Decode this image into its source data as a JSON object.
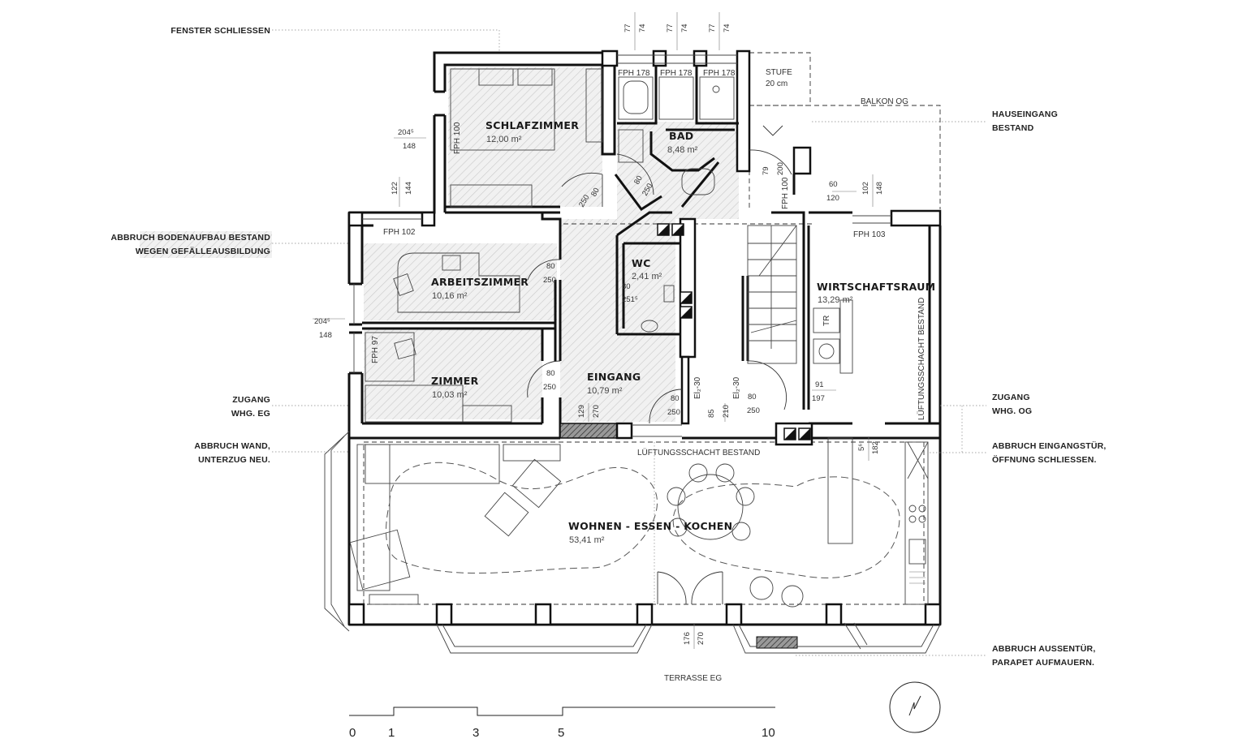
{
  "rooms": {
    "schlafzimmer": {
      "name": "SCHLAFZIMMER",
      "area": "12,00 m²"
    },
    "bad": {
      "name": "BAD",
      "area": "8,48 m²"
    },
    "wc": {
      "name": "WC",
      "area": "2,41 m²"
    },
    "arbeitszimmer": {
      "name": "ARBEITSZIMMER",
      "area": "10,16 m²"
    },
    "zimmer": {
      "name": "ZIMMER",
      "area": "10,03 m²"
    },
    "eingang": {
      "name": "EINGANG",
      "area": "10,79 m²"
    },
    "wirtschaftsraum": {
      "name": "WIRTSCHAFTSRAUM",
      "area": "13,29 m²"
    },
    "wohnen": {
      "name": "WOHNEN - ESSEN - KOCHEN",
      "area": "53,41 m²"
    }
  },
  "annotations": {
    "fenster": [
      "FENSTER SCHLIESSEN"
    ],
    "abbruch_boden": [
      "ABBRUCH BODENAUFBAU BESTAND",
      "WEGEN GEFÄLLEAUSBILDUNG"
    ],
    "zugang_eg": [
      "ZUGANG",
      "WHG. EG"
    ],
    "abbruch_wand": [
      "ABBRUCH WAND,",
      "UNTERZUG NEU."
    ],
    "hauseingang": [
      "HAUSEINGANG",
      "BESTAND"
    ],
    "zugang_og": [
      "ZUGANG",
      "WHG. OG"
    ],
    "abbruch_eingangstuer": [
      "ABBRUCH EINGANGSTÜR,",
      "ÖFFNUNG SCHLIESSEN."
    ],
    "abbruch_aussentuer": [
      "ABBRUCH AUSSENTÜR,",
      "PARAPET AUFMAUERN."
    ]
  },
  "labels": {
    "stufe": [
      "STUFE",
      "20 cm"
    ],
    "balkon": "BALKON OG",
    "lueftung": "LÜFTUNGSSCHACHT BESTAND",
    "lueftung_vertical": "LÜFTUNGSSCHACHT BESTAND",
    "terrasse": "TERRASSE EG",
    "fph_bath_1": "FPH 178",
    "fph_bath_2": "FPH 178",
    "fph_bath_3": "FPH 178",
    "fph_100_a": "FPH 100",
    "fph_100_b": "FPH 100",
    "fph_102": "FPH 102",
    "fph_97": "FPH 97",
    "fph_103": "FPH 103",
    "el_1": "El₂-30",
    "el_2": "El₂-30",
    "tr": "TR"
  },
  "dimensions": {
    "top1": [
      "77",
      "74"
    ],
    "top2": [
      "77",
      "74"
    ],
    "top3": [
      "77",
      "74"
    ],
    "left_sz": [
      "204⁵",
      "148"
    ],
    "left_ab": [
      "122",
      "144"
    ],
    "left_z": [
      "204⁵",
      "148"
    ],
    "sz_door": [
      "80",
      "250"
    ],
    "bad_door": [
      "80",
      "250"
    ],
    "ab_door": [
      "80",
      "250"
    ],
    "z_door": [
      "80",
      "250"
    ],
    "wc_door": [
      "80",
      "251⁵"
    ],
    "eing_door": [
      "80",
      "250"
    ],
    "stair_door": [
      "80",
      "250"
    ],
    "hause": [
      "79",
      "200"
    ],
    "hause2": [
      "60",
      "120"
    ],
    "wirt_top": [
      "102",
      "148"
    ],
    "wirt_door": [
      "91",
      "197"
    ],
    "eg_door": [
      "129",
      "270"
    ],
    "mid_door": [
      "85",
      "210"
    ],
    "og_door": [
      "5⁶",
      "182"
    ],
    "terr_door": [
      "176",
      "270"
    ]
  },
  "scale": {
    "ticks": [
      "0",
      "1",
      "3",
      "5",
      "10"
    ]
  }
}
